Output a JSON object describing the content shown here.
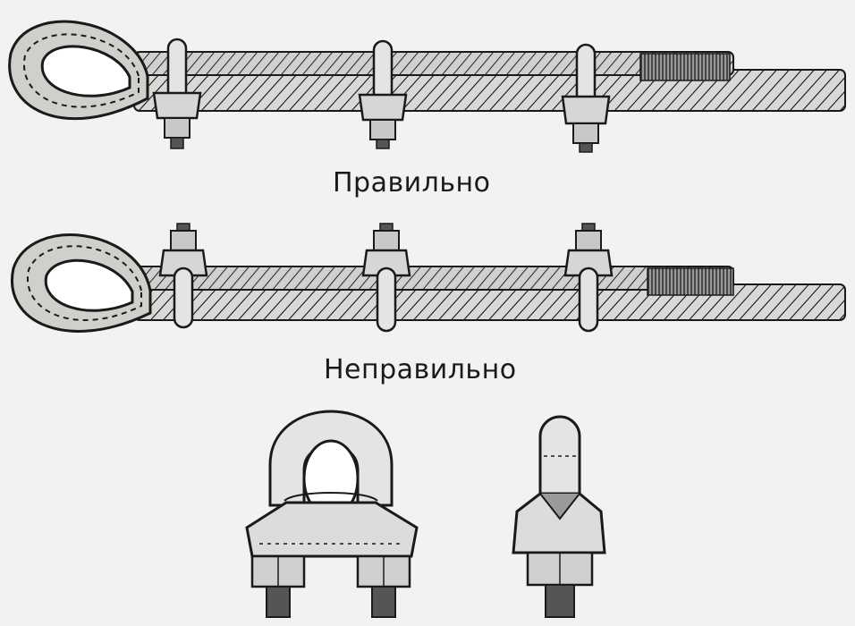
{
  "labels": {
    "correct": "Правильно",
    "incorrect": "Неправильно"
  },
  "rows": [
    {
      "id": "correct",
      "clamp_count": 3,
      "saddle_on": "live-end"
    },
    {
      "id": "incorrect",
      "clamp_count": 3,
      "saddle_on": "dead-end"
    }
  ],
  "colors": {
    "background": "#f2f2f0",
    "ink": "#1a1a1a",
    "metal": "#e4e4e2",
    "shade": "#9a9a98"
  }
}
